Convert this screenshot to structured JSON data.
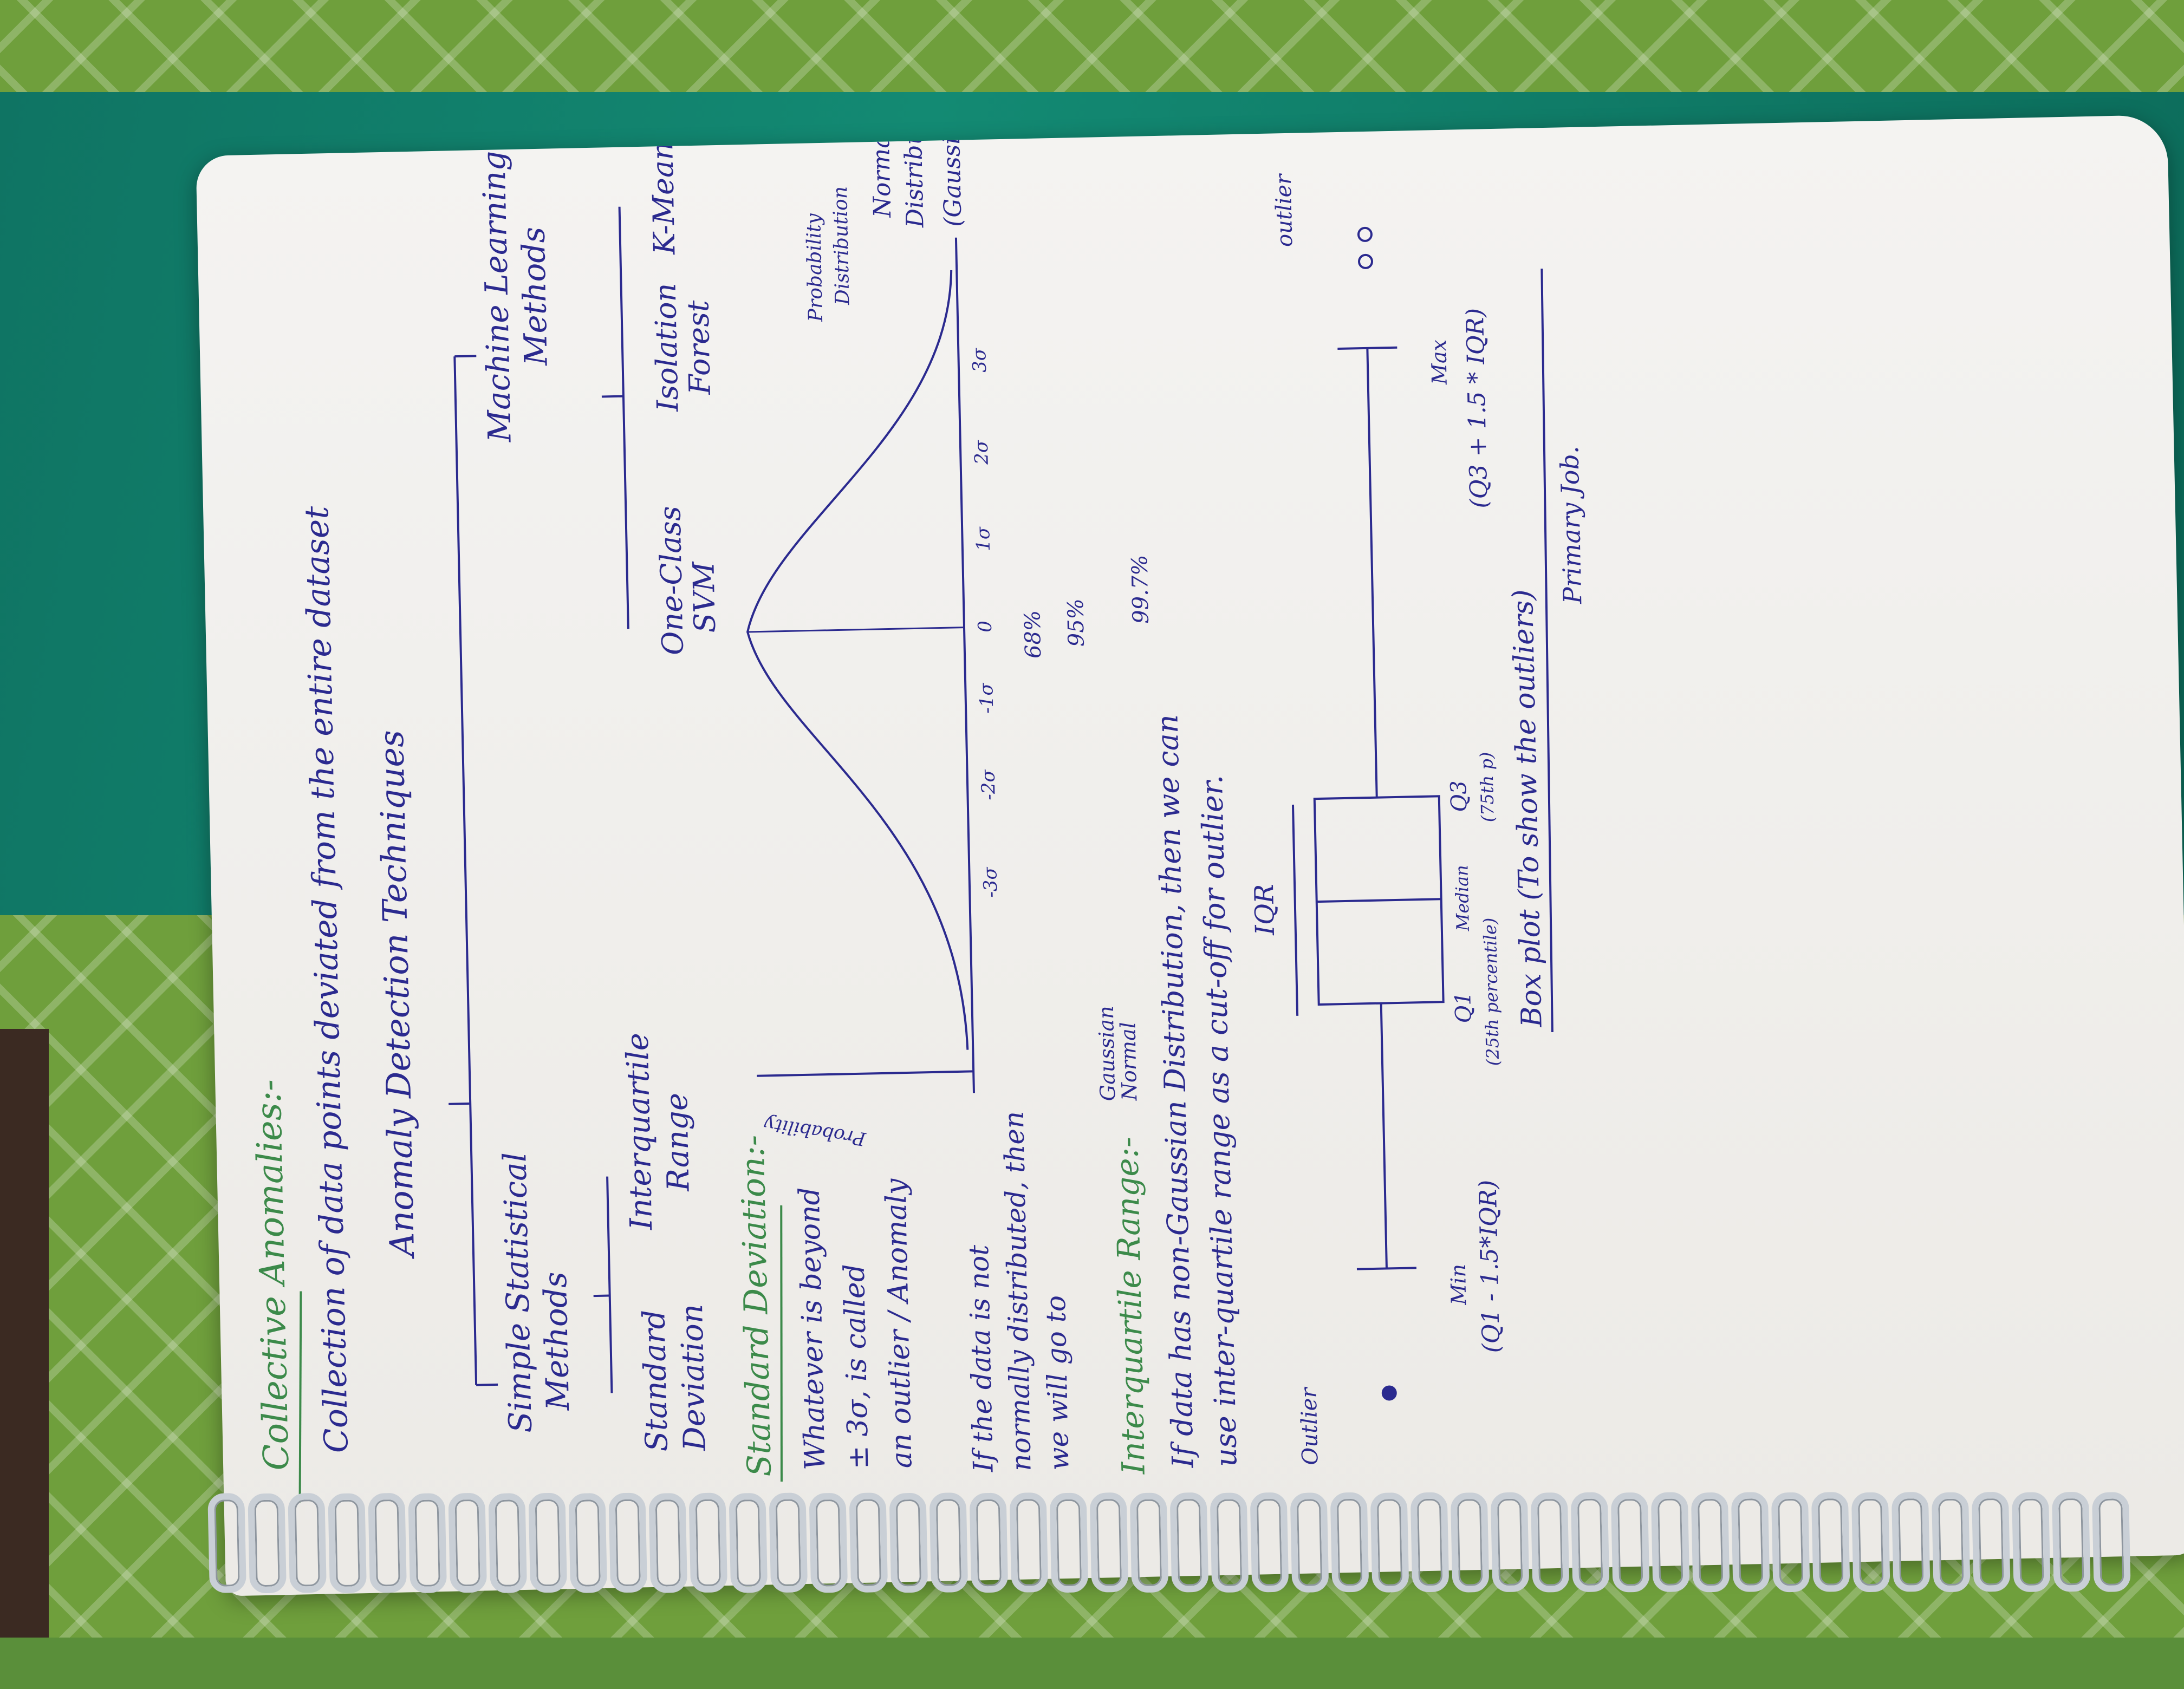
{
  "notes": {
    "heading_collective": "Collective Anomalies:-",
    "line_collection": "Collection of data points deviated from the entire dataset",
    "techniques_title": "Anomaly Detection Techniques",
    "branch_left": [
      "Simple Statistical",
      "Methods"
    ],
    "branch_right": [
      "Machine Learning",
      "Methods"
    ],
    "sub_left_1": [
      "Standard",
      "Deviation"
    ],
    "sub_left_2": [
      "Interquartile",
      "Range"
    ],
    "sub_right_1": [
      "One-Class",
      "SVM"
    ],
    "sub_right_2": [
      "Isolation",
      "Forest"
    ],
    "sub_right_3": "K-Mean",
    "heading_sd": "Standard Deviation:-",
    "sd_text": [
      "Whatever is beyond",
      "± 3σ, is called",
      "an outlier / Anomaly"
    ],
    "not_normal": [
      "If the data is not",
      "normally distributed, then",
      "we will go to"
    ],
    "y_axis_label": "Probability",
    "prob_dist_label": [
      "Probability",
      "Distribution"
    ],
    "normal_label": [
      "Normal",
      "Distribution",
      "(Gaussian)"
    ],
    "ticks": [
      "-3σ",
      "-2σ",
      "-1σ",
      "0",
      "1σ",
      "2σ",
      "3σ"
    ],
    "pct_68": "68%",
    "pct_95": "95%",
    "pct_997": "99.7%",
    "heading_iqr": "Interquartile Range:-",
    "gaussian_note": [
      "Gaussian",
      "Normal"
    ],
    "iqr_text_1": "If data has non-Gaussian Distribution, then we can",
    "iqr_text_2": "use inter-quartile range as a cut-off for outlier.",
    "iqr_label": "IQR",
    "outlier_left": "Outlier",
    "outlier_right": "outlier",
    "min_label": "Min",
    "min_formula": "(Q1 - 1.5*IQR)",
    "q1_label": [
      "Q1",
      "(25th percentile)"
    ],
    "median_label": "Median",
    "q3_label": [
      "Q3",
      "(75th p)"
    ],
    "max_label": "Max",
    "max_formula": "(Q3 + 1.5 * IQR)",
    "boxplot_note": "Box plot (To show the outliers)",
    "primary_job": "Primary Job."
  },
  "colors": {
    "ink": "#2b2a8f",
    "green_ink": "#3c8a4a",
    "paper": "#f1f0ed",
    "cloth_teal": "#138a73",
    "cloth_green": "#6f9f3c"
  }
}
